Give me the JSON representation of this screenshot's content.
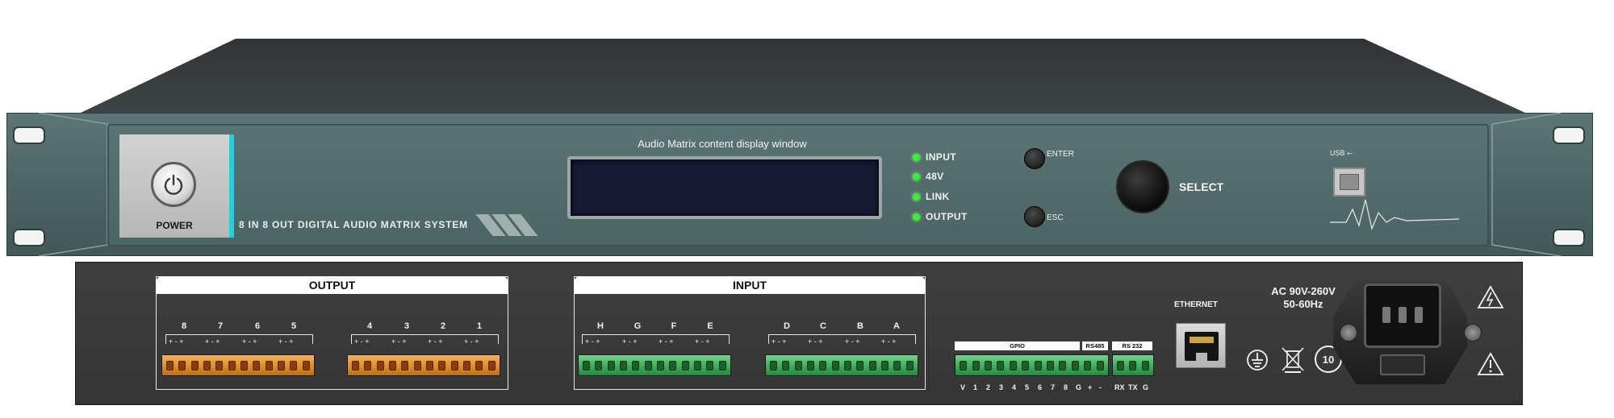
{
  "front": {
    "power_label": "POWER",
    "system_title": "8 IN 8 OUT DIGITAL AUDIO MATRIX SYSTEM",
    "lcd_caption": "Audio Matrix content display window",
    "indicators": [
      "INPUT",
      "48V",
      "LINK",
      "OUTPUT"
    ],
    "enter_label": "ENTER",
    "esc_label": "ESC",
    "select_label": "SELECT",
    "usb_label": "USB"
  },
  "rear": {
    "output": {
      "title": "OUTPUT",
      "channels_left": [
        "8",
        "7",
        "6",
        "5"
      ],
      "channels_right": [
        "4",
        "3",
        "2",
        "1"
      ],
      "pin_sign": "+ - +"
    },
    "input": {
      "title": "INPUT",
      "channels_left": [
        "H",
        "G",
        "F",
        "E"
      ],
      "channels_right": [
        "D",
        "C",
        "B",
        "A"
      ],
      "pin_sign": "+ - +"
    },
    "gpio_label": "GPIO",
    "rs485_label": "RS485",
    "rs232_label": "RS 232",
    "gpio_pins": [
      "V",
      "1",
      "2",
      "3",
      "4",
      "5",
      "6",
      "7",
      "8",
      "G",
      "+",
      "-"
    ],
    "rs232_pins": [
      "RX",
      "TX",
      "G"
    ],
    "ethernet_label": "ETHERNET",
    "ac_voltage": "AC 90V-260V",
    "ac_frequency": "50-60Hz",
    "recycle_mark": "10"
  },
  "colors": {
    "panel": "#4f6867",
    "accent_bar": "#25d0de",
    "led": "#3aef3a",
    "terminal_orange": "#e39a3a",
    "terminal_green": "#4db866",
    "lcd": "#161a33"
  }
}
